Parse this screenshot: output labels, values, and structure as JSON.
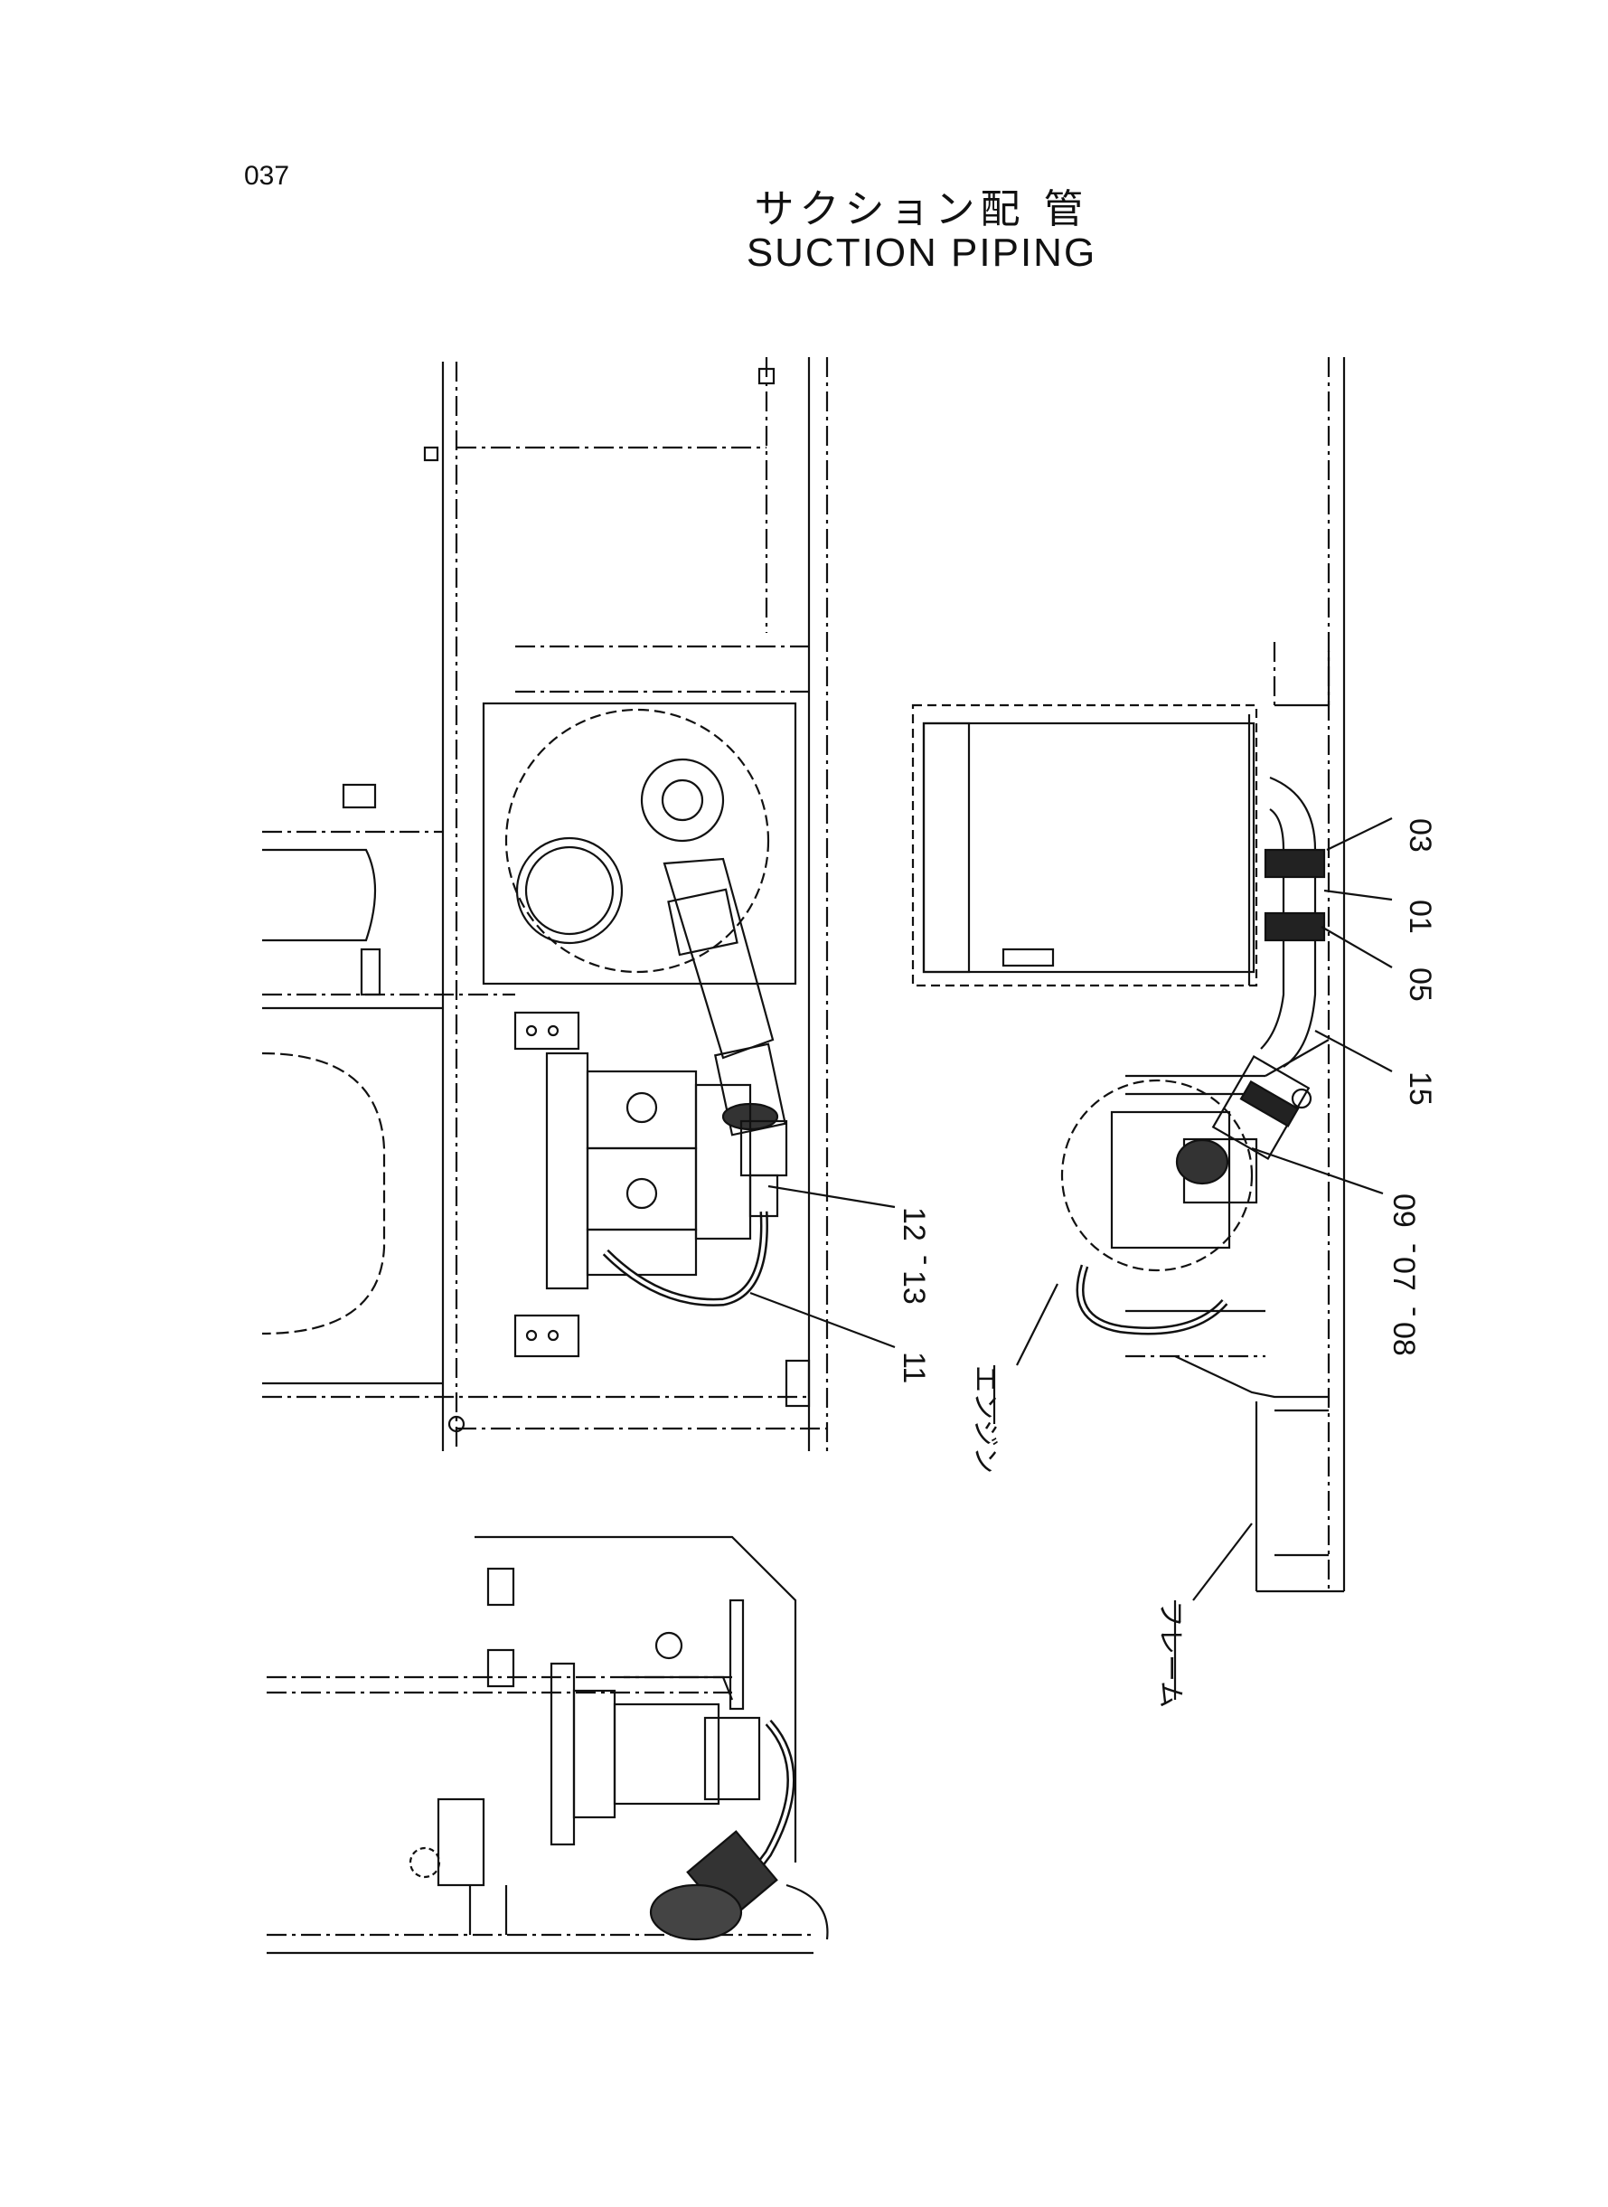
{
  "page": {
    "number": "037",
    "title_jp": "サクション配 管",
    "title_en": "SUCTION  PIPING"
  },
  "callouts": {
    "c03": "03",
    "c01": "01",
    "c05": "05",
    "c15": "15",
    "c09": "09",
    "c07": "07",
    "c08": "08",
    "c12": "12",
    "c13": "13",
    "c11": "11",
    "dash": "-"
  },
  "labels": {
    "engine": "エンジン",
    "frame": "フレーム"
  }
}
